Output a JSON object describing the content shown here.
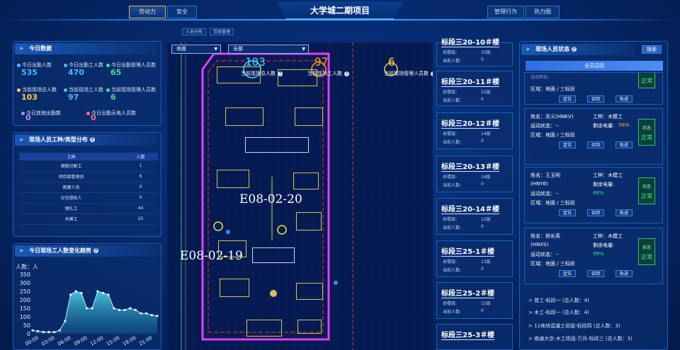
{
  "header": {
    "title": "大学城二期项目",
    "tabs_left": [
      "劳动力",
      "安全"
    ],
    "tabs_right": [
      "管理行为",
      "热力图"
    ],
    "active_tab": "劳动力",
    "sub_tabs": [
      "人员分布",
      "劳务管理"
    ]
  },
  "today": {
    "title": "今日数据",
    "stats": [
      {
        "label": "今日出勤人数",
        "value": "535",
        "color": "#4fb8ff"
      },
      {
        "label": "今日出勤工人数",
        "value": "470",
        "color": "#4fb8ff"
      },
      {
        "label": "今日出勤管理人员数",
        "value": "65",
        "color": "#3fe5a0"
      },
      {
        "label": "当前现场总人数",
        "value": "103",
        "color": "#ffcf4a"
      },
      {
        "label": "当前现场工人数",
        "value": "97",
        "color": "#4fb8ff"
      },
      {
        "label": "当前现场管理人员数",
        "value": "6",
        "color": "#3fe5a0"
      },
      {
        "label": "今日其他出勤数",
        "value": "0",
        "color": "#b98cff"
      },
      {
        "label": "今日出勤无电人员数",
        "value": "0",
        "color": "#ff6a8a"
      }
    ]
  },
  "distribution": {
    "title": "现场人员工种/类型分布",
    "headers": [
      "工种",
      "人数"
    ],
    "rows": [
      [
        "钢筋切割工",
        "1"
      ],
      [
        "项目部管理员",
        "6"
      ],
      [
        "观摩人员",
        "0"
      ],
      [
        "分包授权人",
        "0"
      ],
      [
        "钢扎工",
        "44"
      ],
      [
        "木模工",
        "25"
      ]
    ]
  },
  "trend": {
    "title": "今日现场工人数变化趋势",
    "unit_label": "人数：人"
  },
  "chart_data": {
    "type": "area",
    "title": "今日现场工人数变化趋势",
    "ylabel": "人数：人",
    "x": [
      "00:00",
      "01:00",
      "02:00",
      "03:00",
      "04:00",
      "05:00",
      "06:00",
      "07:00",
      "08:00",
      "09:00",
      "10:00",
      "11:00",
      "12:00",
      "13:00",
      "14:00",
      "15:00",
      "16:00",
      "17:00",
      "18:00",
      "19:00",
      "20:00",
      "21:00",
      "22:00",
      "23:00"
    ],
    "x_tick_labels": [
      "00:00",
      "03:00",
      "06:00",
      "09:00",
      "12:00",
      "15:00",
      "18:00",
      "21:00"
    ],
    "y_ticks": [
      0,
      50,
      100,
      150,
      200,
      250,
      300,
      350
    ],
    "ylim": [
      0,
      350
    ],
    "values": [
      20,
      15,
      10,
      10,
      10,
      20,
      75,
      230,
      250,
      240,
      150,
      150,
      250,
      240,
      230,
      150,
      140,
      140,
      150,
      140,
      120,
      120,
      110,
      105
    ],
    "grid": false
  },
  "map": {
    "floor_select": "地面",
    "scope_select": "全部",
    "counters": [
      {
        "value": "103",
        "label": "当前现场总人数",
        "color": "#35e0ff"
      },
      {
        "value": "97",
        "label": "当前现场工人数",
        "color": "#ff9a2a"
      },
      {
        "value": "6",
        "label": "当前现场管理人员数",
        "color": "#ffd23a"
      }
    ],
    "zone_labels": [
      "E08-02-20",
      "E08-02-19"
    ]
  },
  "buildings": {
    "total_label": "总楼层:",
    "current_label": "当前人数:",
    "items": [
      {
        "name": "标段三20-10＃楼",
        "floors": "10层",
        "count": "0"
      },
      {
        "name": "标段三20-11＃楼",
        "floors": "12层",
        "count": "0"
      },
      {
        "name": "标段三20-12＃楼",
        "floors": "14层",
        "count": "0"
      },
      {
        "name": "标段三20-13＃楼",
        "floors": "14层",
        "count": "0"
      },
      {
        "name": "标段三20-14＃楼",
        "floors": "12层",
        "count": "0"
      },
      {
        "name": "标段三25-1＃楼",
        "floors": "13层",
        "count": "0"
      },
      {
        "name": "标段三25-2＃楼",
        "floors": "15层",
        "count": "0"
      },
      {
        "name": "标段三25-3＃楼",
        "floors": "",
        "count": ""
      }
    ]
  },
  "workers": {
    "title": "现场人员状态",
    "search_label": "搜索",
    "recall_all": "全员召回",
    "status_title": "状态",
    "status_ok": "正常",
    "btn_locate": "定位",
    "btn_recall": "召回",
    "btn_track": "轨迹",
    "first_partial": {
      "motion": "运动状态:",
      "area": "区域：地面 / 三标段"
    },
    "cards": [
      {
        "name": "姓名：苏义(HNKV)",
        "trade": "工种：木模工",
        "motion": "运动状态：--",
        "battery_label": "剩余电量:",
        "battery": "56%",
        "battery_color": "#ffb23a",
        "area": "区域：地面 / 三标段"
      },
      {
        "name": "姓名：王玉明",
        "name2": "(HNY6)",
        "trade": "工种：木模工",
        "motion": "运动状态：--",
        "battery_label": "剩余电量:",
        "battery": "88%",
        "battery_color": "#3ee07a",
        "area": "区域：地面 / 三标段"
      },
      {
        "name": "姓名：杨长英",
        "name2": "(HNXS)",
        "trade": "工种：木模工",
        "motion": "运动状态：--",
        "battery_label": "剩余电量:",
        "battery": "99%",
        "battery_color": "#3ee07a",
        "area": "区域：地面 / 三标段"
      }
    ],
    "teams": [
      "普工-标段一 (总人数：4)",
      "木工-标段一 (总人数：4)",
      "11地块混凝土班组-标段四 (总人数：3)",
      "南通大京-木工班组-万兵-标段三 (总人数：3)"
    ]
  }
}
